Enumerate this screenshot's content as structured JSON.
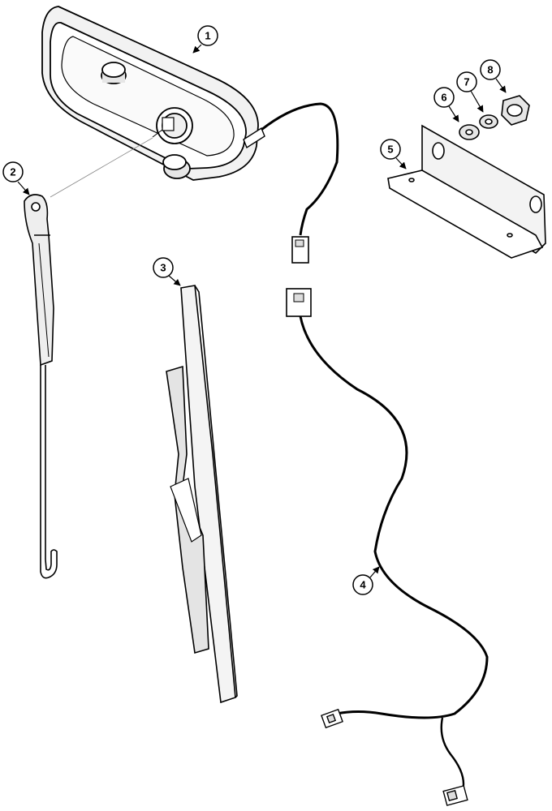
{
  "callouts": [
    {
      "id": 1,
      "label": "1"
    },
    {
      "id": 2,
      "label": "2"
    },
    {
      "id": 3,
      "label": "3"
    },
    {
      "id": 4,
      "label": "4"
    },
    {
      "id": 5,
      "label": "5"
    },
    {
      "id": 6,
      "label": "6"
    },
    {
      "id": 7,
      "label": "7"
    },
    {
      "id": 8,
      "label": "8"
    }
  ],
  "colors": {
    "ink": "#000000",
    "paper": "#ffffff",
    "shade": "#e9e9e9"
  }
}
